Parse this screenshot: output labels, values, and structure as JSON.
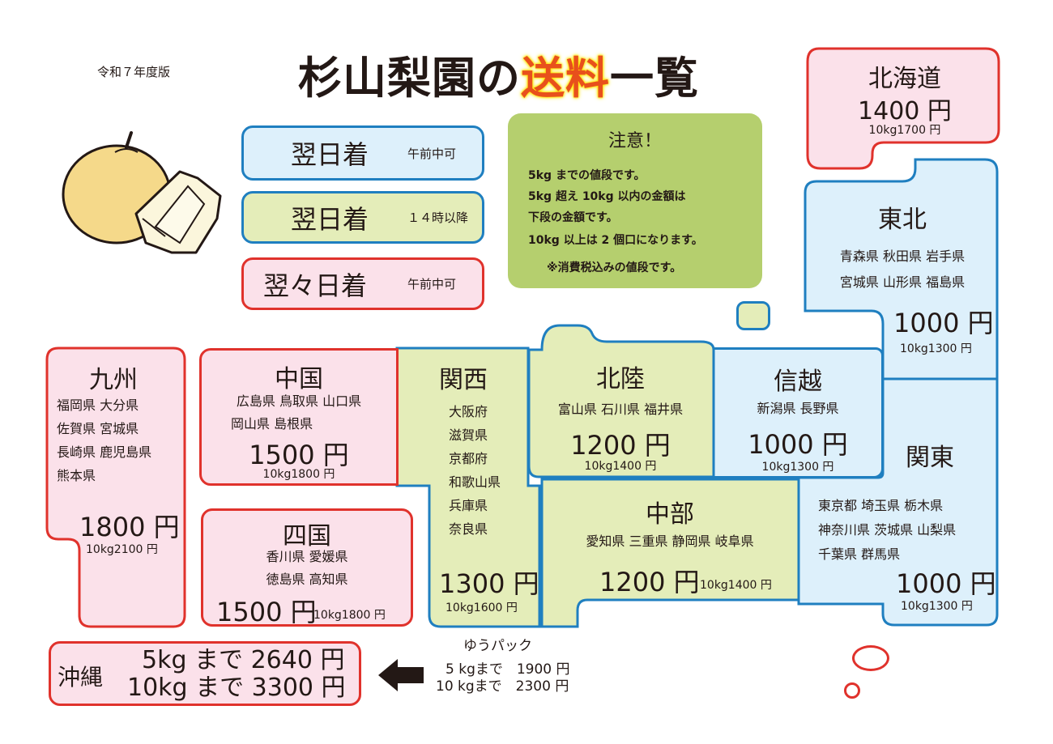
{
  "header": {
    "edition": "令和７年度版",
    "title_pre": "杉山梨園の",
    "title_accent": "送料",
    "title_post": "一覧"
  },
  "legend": [
    {
      "big": "翌日着",
      "small": "午前中可"
    },
    {
      "big": "翌日着",
      "small": "１４時以降"
    },
    {
      "big": "翌々日着",
      "small": "午前中可"
    }
  ],
  "notice": {
    "title": "注意！",
    "lines": [
      "5kg までの値段です。",
      "5kg 超え 10kg 以内の金額は",
      "下段の金額です。",
      "10kg 以上は 2 個口になります。",
      "※消費税込みの値段です。"
    ]
  },
  "regions": {
    "hokkaido": {
      "name": "北海道",
      "price": "1400 円",
      "price10": "10kg1700 円"
    },
    "tohoku": {
      "name": "東北",
      "pref1": "青森県 秋田県 岩手県",
      "pref2": "宮城県 山形県 福島県",
      "price": "1000 円",
      "price10": "10kg1300 円"
    },
    "kyushu": {
      "name": "九州",
      "prefs": [
        "福岡県 大分県",
        "佐賀県 宮城県",
        "長崎県 鹿児島県",
        "熊本県"
      ],
      "price": "1800 円",
      "price10": "10kg2100 円"
    },
    "chugoku": {
      "name": "中国",
      "pref1": "広島県 鳥取県 山口県",
      "pref2": "岡山県 島根県",
      "price": "1500 円",
      "price10": "10kg1800 円"
    },
    "shikoku": {
      "name": "四国",
      "pref1": "香川県 愛媛県",
      "pref2": "徳島県 高知県",
      "price": "1500 円",
      "price10": "10kg1800 円"
    },
    "kansai": {
      "name": "関西",
      "prefs": [
        "大阪府",
        "滋賀県",
        "京都府",
        "和歌山県",
        "兵庫県",
        "奈良県"
      ],
      "price": "1300 円",
      "price10": "10kg1600 円"
    },
    "hokuriku": {
      "name": "北陸",
      "prefs": "富山県 石川県 福井県",
      "price": "1200 円",
      "price10": "10kg1400 円"
    },
    "shinetsu": {
      "name": "信越",
      "prefs": "新潟県 長野県",
      "price": "1000 円",
      "price10": "10kg1300 円"
    },
    "chubu": {
      "name": "中部",
      "prefs": "愛知県 三重県 静岡県 岐阜県",
      "price": "1200 円",
      "price10": "10kg1400 円"
    },
    "kanto": {
      "name": "関東",
      "pref1": "東京都 埼玉県 栃木県",
      "pref2": "神奈川県 茨城県 山梨県",
      "pref3": "千葉県 群馬県",
      "price": "1000 円",
      "price10": "10kg1300 円"
    }
  },
  "okinawa": {
    "name": "沖縄",
    "line1": "5kg まで 2640 円",
    "line2": "10kg まで 3300 円"
  },
  "yupack": {
    "title": "ゆうパック",
    "line1": "5 kgまで　1900 円",
    "line2": "10 kgまで　2300 円"
  },
  "colors": {
    "red_border": "#e0322c",
    "red_fill": "#fbe1ea",
    "blue_border": "#1f7fc0",
    "blue_fill": "#ddf0fb",
    "green_fill": "#e4edb9",
    "notice_fill": "#b5cf6e",
    "accent": "#e8501c"
  },
  "icons": [
    "pear-icon",
    "arrow-left-icon"
  ]
}
